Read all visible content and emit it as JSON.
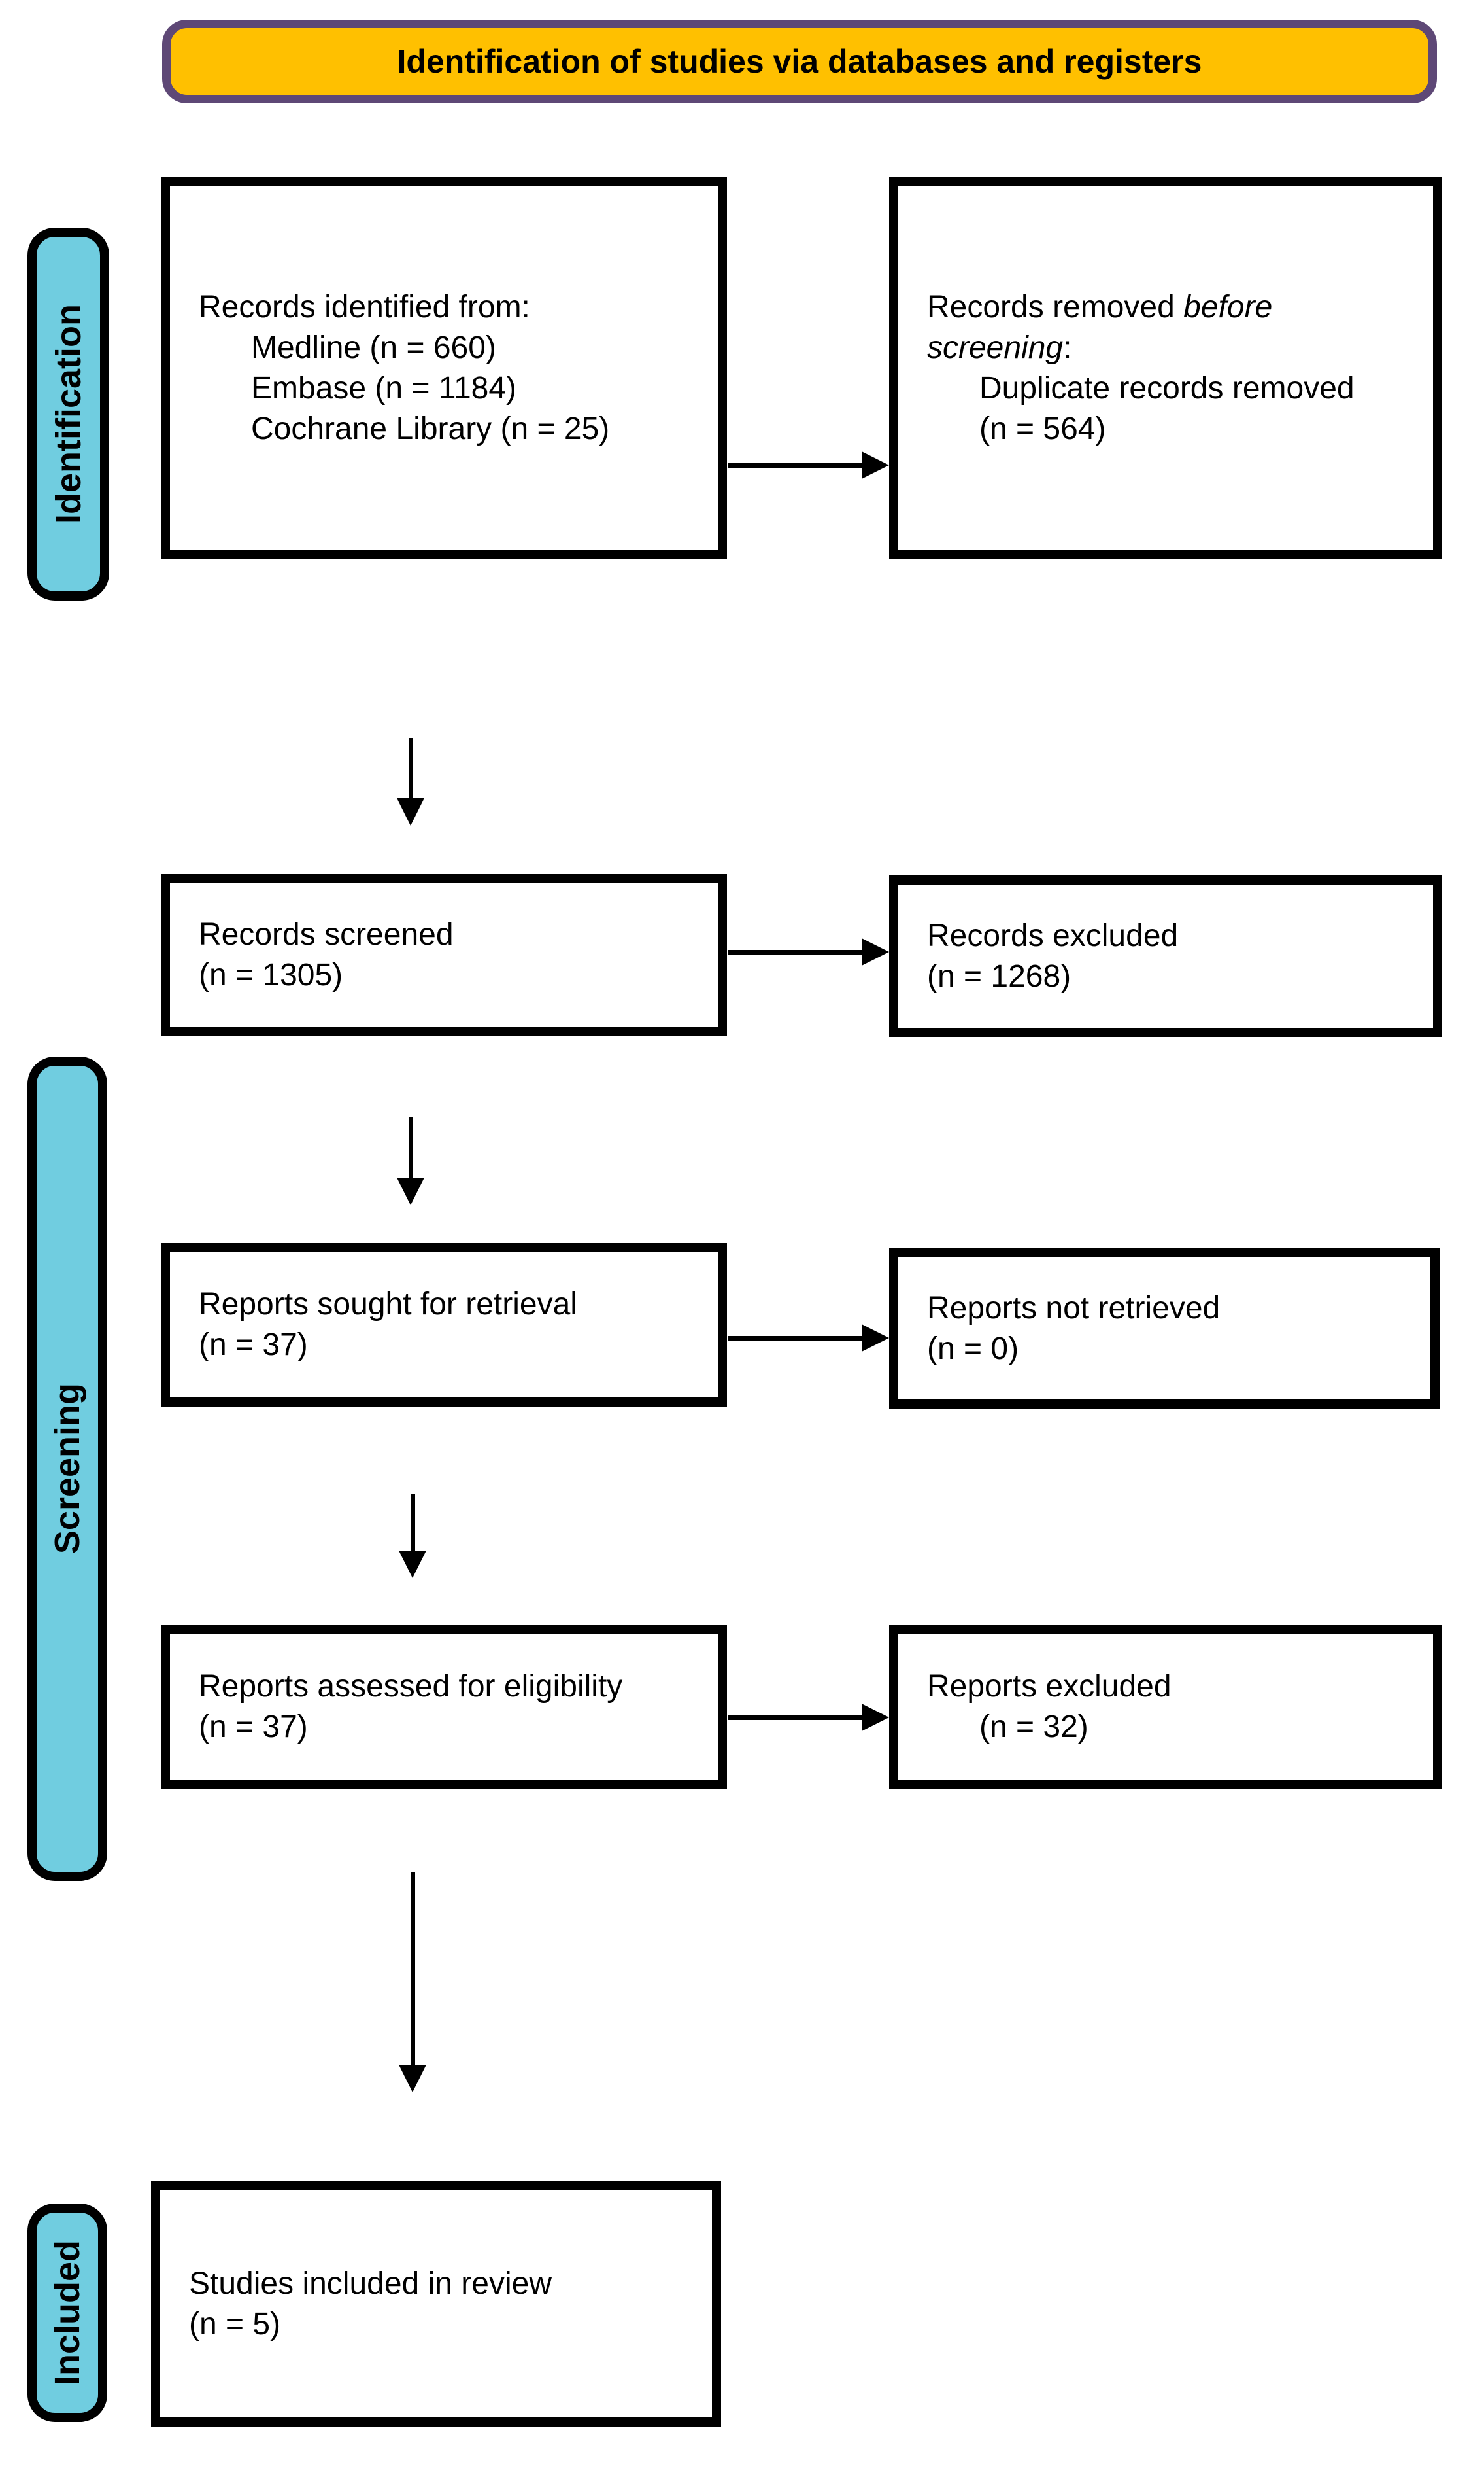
{
  "title_banner": {
    "label": "Identification of studies via databases and registers"
  },
  "stage_labels": {
    "identification": "Identification",
    "screening": "Screening",
    "included": "Included"
  },
  "boxes": {
    "records_identified": {
      "heading": "Records identified from:",
      "sources": [
        "Medline (n = 660)",
        "Embase (n = 1184)",
        "Cochrane Library (n = 25)"
      ]
    },
    "records_removed": {
      "line1_normal": "Records removed ",
      "line1_italic": "before",
      "line2_italic": "screening",
      "line2_suffix": ":",
      "detail": "Duplicate records removed",
      "count": "(n = 564)"
    },
    "records_screened": {
      "label": "Records screened",
      "count": "(n = 1305)"
    },
    "records_excluded": {
      "label": "Records excluded",
      "count": "(n = 1268)"
    },
    "reports_sought": {
      "label": "Reports sought for retrieval",
      "count": "(n = 37)"
    },
    "reports_not_retrieved": {
      "label": "Reports not retrieved",
      "count": "(n = 0)"
    },
    "reports_assessed": {
      "label": "Reports assessed for eligibility",
      "count": "(n = 37)"
    },
    "reports_excluded": {
      "label": "Reports excluded",
      "count": "(n = 32)"
    },
    "studies_included": {
      "label": "Studies included in review",
      "count": "(n = 5)"
    }
  },
  "colors": {
    "banner_fill": "#FFC000",
    "banner_border": "#5E4876",
    "stage_fill": "#70CDE0",
    "box_border": "#000000",
    "arrow": "#000000"
  }
}
